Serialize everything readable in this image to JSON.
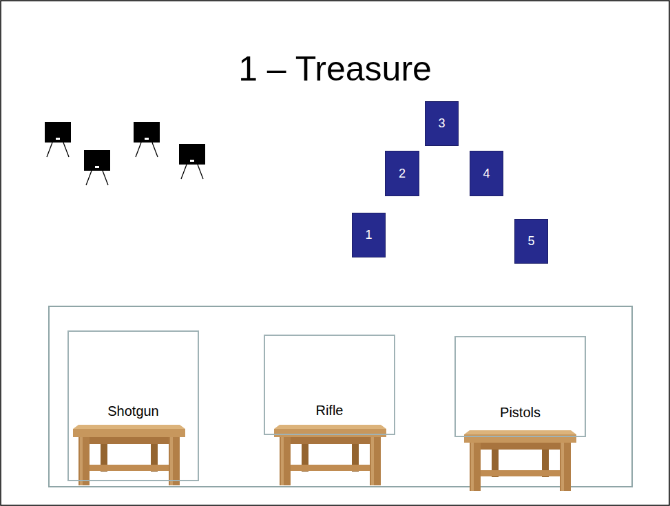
{
  "diagram": {
    "title": "1 – Treasure",
    "nodes": [
      {
        "text": [
          "3"
        ]
      },
      {
        "text": [
          "2"
        ]
      },
      {
        "text": [
          "4"
        ]
      },
      {
        "text": [
          "1"
        ]
      },
      {
        "text": [
          "5"
        ]
      },
      {
        "text": [
          "Shotgun"
        ]
      },
      {
        "text": [
          "Rifle"
        ]
      },
      {
        "text": [
          "Pistols"
        ]
      }
    ]
  }
}
